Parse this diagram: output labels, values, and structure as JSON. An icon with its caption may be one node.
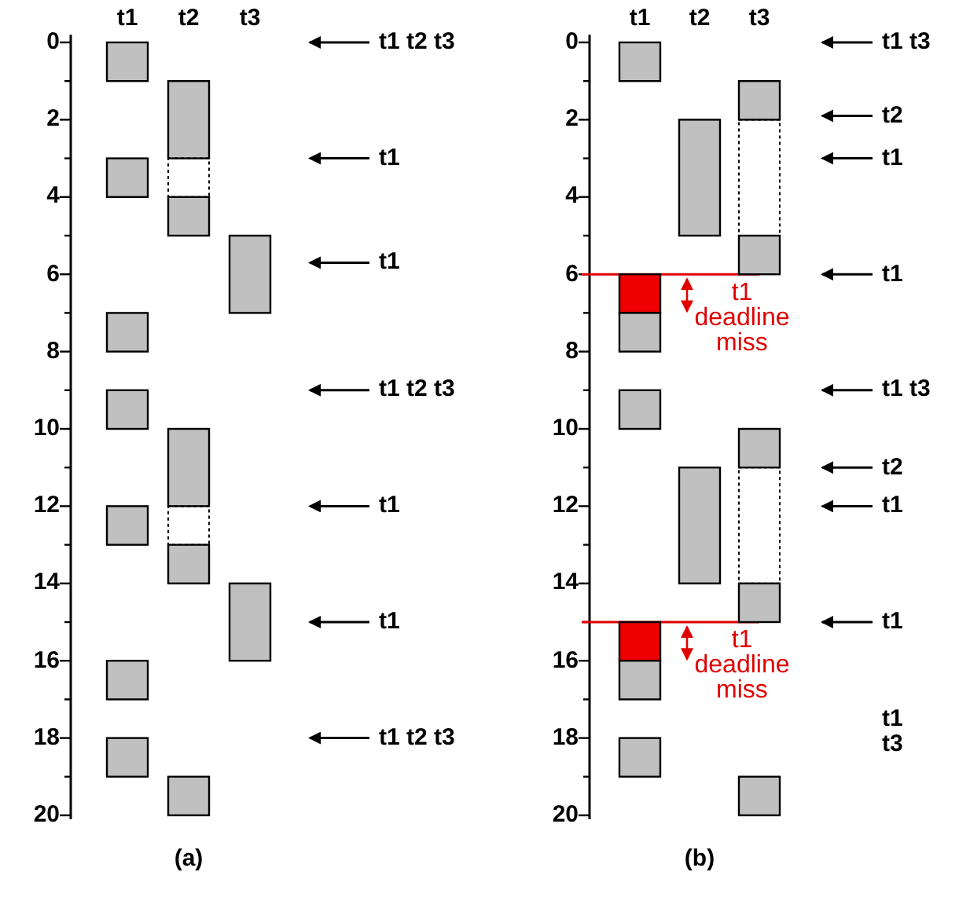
{
  "diagram": {
    "labels": [
      "0",
      "2",
      "4",
      "6",
      "8",
      "10",
      "12",
      "14",
      "16",
      "18",
      "20",
      "t1",
      "t2",
      "t3",
      "t1 t2 t3",
      "t1",
      "t1",
      "t1 t2 t3",
      "t1",
      "t1",
      "t1 t2 t3",
      "(a)",
      "0",
      "2",
      "4",
      "6",
      "8",
      "10",
      "12",
      "14",
      "16",
      "18",
      "20",
      "t1",
      "t2",
      "t3",
      "t1 t3",
      "t2",
      "t1",
      "t1",
      "t1 t3",
      "t2",
      "t1",
      "t1",
      "t1 t3",
      "t1 deadline miss",
      "t1 deadline miss",
      "(b)"
    ]
  }
}
